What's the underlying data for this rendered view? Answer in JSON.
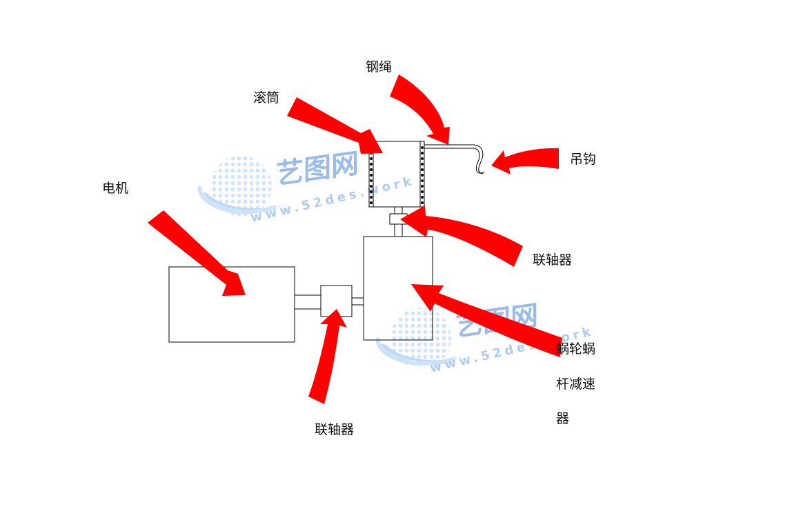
{
  "labels": {
    "motor": "电机",
    "drum": "滚筒",
    "rope": "钢绳",
    "hook": "吊钩",
    "coupling_upper": "联轴器",
    "coupling_lower": "联轴器",
    "reducer_line1": "蜗轮蜗",
    "reducer_line2": "杆减速",
    "reducer_line3": "器"
  },
  "watermark": {
    "brand": "艺图网",
    "url": "www.52des.work"
  },
  "colors": {
    "arrow": "#ff0000",
    "line": "#000000",
    "watermark_blue": "#3c7fd6"
  }
}
